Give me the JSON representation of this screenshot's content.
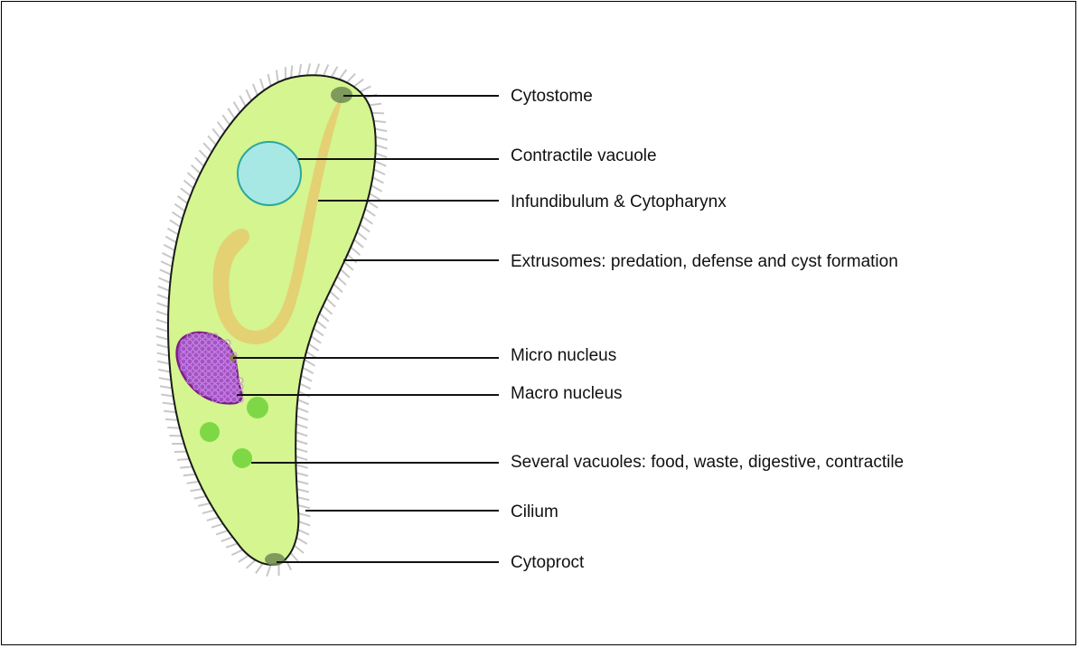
{
  "labels": {
    "cytostome": "Cytostome",
    "contractile_vacuole": "Contractile vacuole",
    "infundibulum": "Infundibulum & Cytopharynx",
    "extrusomes": "Extrusomes: predation, defense and cyst formation",
    "micro_nucleus": "Micro nucleus",
    "macro_nucleus": "Macro nucleus",
    "vacuoles": "Several vacuoles: food, waste, digestive, contractile",
    "cilium": "Cilium",
    "cytoproct": "Cytoproct"
  },
  "colors": {
    "cell_body": "#d4f58f",
    "cell_outline": "#1a1a1a",
    "cilia": "#c8c8c8",
    "contractile_vacuole_fill": "#a8e8e4",
    "contractile_vacuole_stroke": "#2aa7a0",
    "cytopharynx": "#e8c46a",
    "macro_nucleus_fill": "#a452c8",
    "macro_nucleus_stroke": "#7a1f86",
    "micro_nucleus": "#8c7a5a",
    "food_vacuole": "#6fd23a",
    "pore": "#6e8a55",
    "leader_line": "#111111"
  }
}
